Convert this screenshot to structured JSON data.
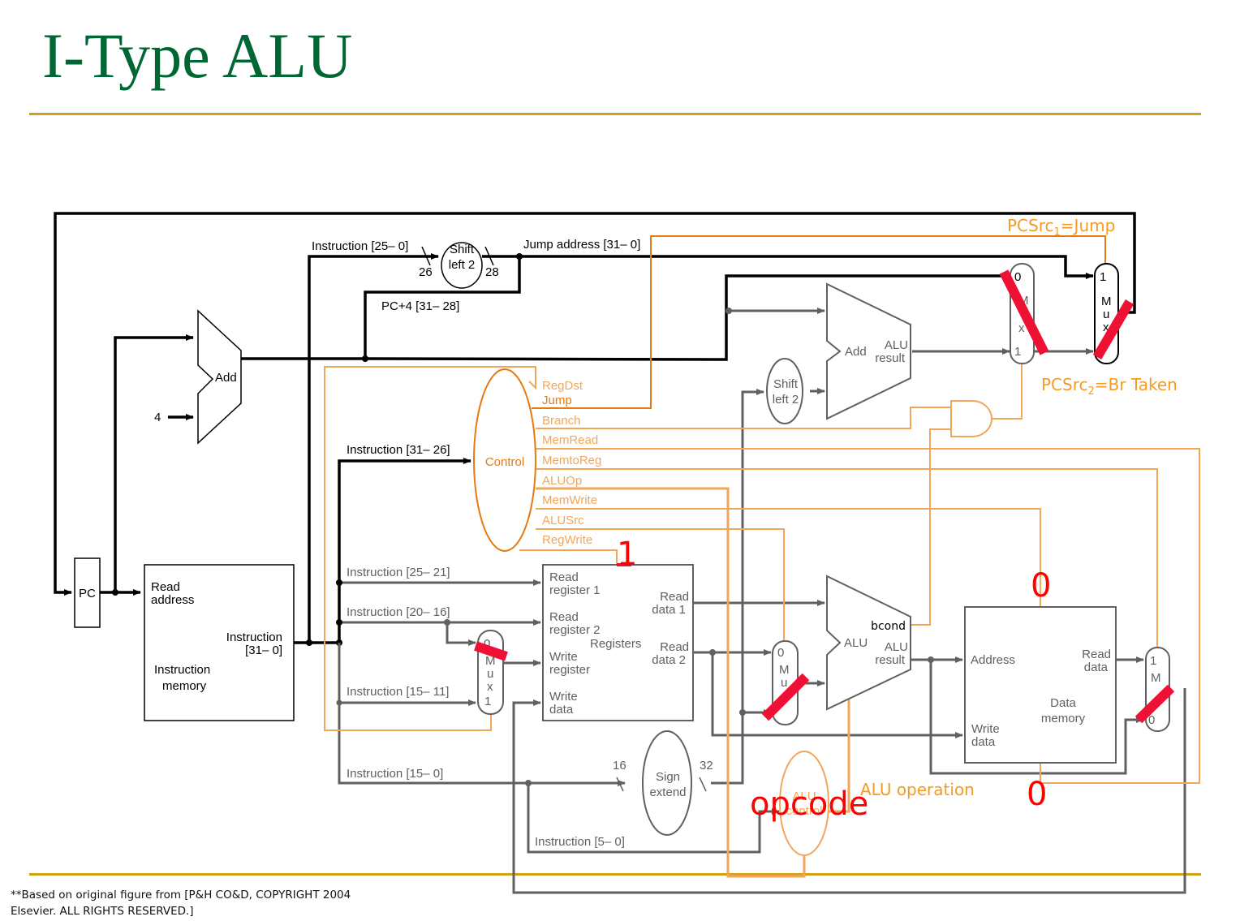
{
  "slide": {
    "title": "I-Type ALU",
    "footnote_line1": "**Based on original figure from [P&H CO&D, COPYRIGHT 2004",
    "footnote_line2": "Elsevier. ALL RIGHTS RESERVED.]",
    "colors": {
      "title": "#006633",
      "rule": "#d4a017",
      "control": "#f2a65a",
      "annotation": "#ff0000",
      "mux_cross": "#ee1133"
    }
  },
  "datapath": {
    "pc": "PC",
    "pc_adder": {
      "label": "Add",
      "const": "4"
    },
    "instr_mem": {
      "read_address_1": "Read",
      "read_address_2": "address",
      "instruction_1": "Instruction",
      "instruction_2": "[31– 0]",
      "name_1": "Instruction",
      "name_2": "memory"
    },
    "jump": {
      "instr_25_0": "Instruction [25– 0]",
      "width_in": "26",
      "width_out": "28",
      "shift_1": "Shift",
      "shift_2": "left 2",
      "jump_address": "Jump address [31– 0]",
      "pc4_bits": "PC+4 [31– 28]"
    },
    "branch_adder": {
      "label": "Add",
      "result_1": "ALU",
      "result_2": "result",
      "shift_1": "Shift",
      "shift_2": "left 2"
    },
    "control": {
      "label": "Control",
      "input": "Instruction [31– 26]",
      "signals": [
        "RegDst",
        "Jump",
        "Branch",
        "MemRead",
        "MemtoReg",
        "ALUOp",
        "MemWrite",
        "ALUSrc",
        "RegWrite"
      ]
    },
    "instr_fields": {
      "rs": "Instruction [25– 21]",
      "rt": "Instruction [20– 16]",
      "rd": "Instruction [15– 11]",
      "imm": "Instruction [15– 0]",
      "funct": "Instruction [5– 0]"
    },
    "registers": {
      "rr1_1": "Read",
      "rr1_2": "register 1",
      "rr2_1": "Read",
      "rr2_2": "register 2",
      "wr_1": "Write",
      "wr_2": "register",
      "wd_1": "Write",
      "wd_2": "data",
      "rd1_1": "Read",
      "rd1_2": "data 1",
      "rd2_1": "Read",
      "rd2_2": "data 2",
      "name": "Registers"
    },
    "sign_extend": {
      "label_1": "Sign",
      "label_2": "extend",
      "width_in": "16",
      "width_out": "32"
    },
    "alu": {
      "label": "ALU",
      "bcond": "bcond",
      "result_1": "ALU",
      "result_2": "result"
    },
    "alu_control": {
      "label_1": "ALU",
      "label_2": "control",
      "operation": "ALU operation"
    },
    "data_mem": {
      "address": "Address",
      "read_1": "Read",
      "read_2": "data",
      "write_1": "Write",
      "write_2": "data",
      "name_1": "Data",
      "name_2": "memory"
    },
    "mux": {
      "m": "M",
      "u": "u",
      "x": "x",
      "in0": "0",
      "in1": "1"
    }
  },
  "annotations": {
    "regwrite_value": "1",
    "memread_value": "0",
    "memwrite_value": "0",
    "aluop_value": "opcode",
    "pcsrc1_prefix": "PCSrc",
    "pcsrc1_sub": "1",
    "pcsrc1_suffix": "=Jump",
    "pcsrc2_prefix": "PCSrc",
    "pcsrc2_sub": "2",
    "pcsrc2_suffix": "=Br Taken"
  }
}
